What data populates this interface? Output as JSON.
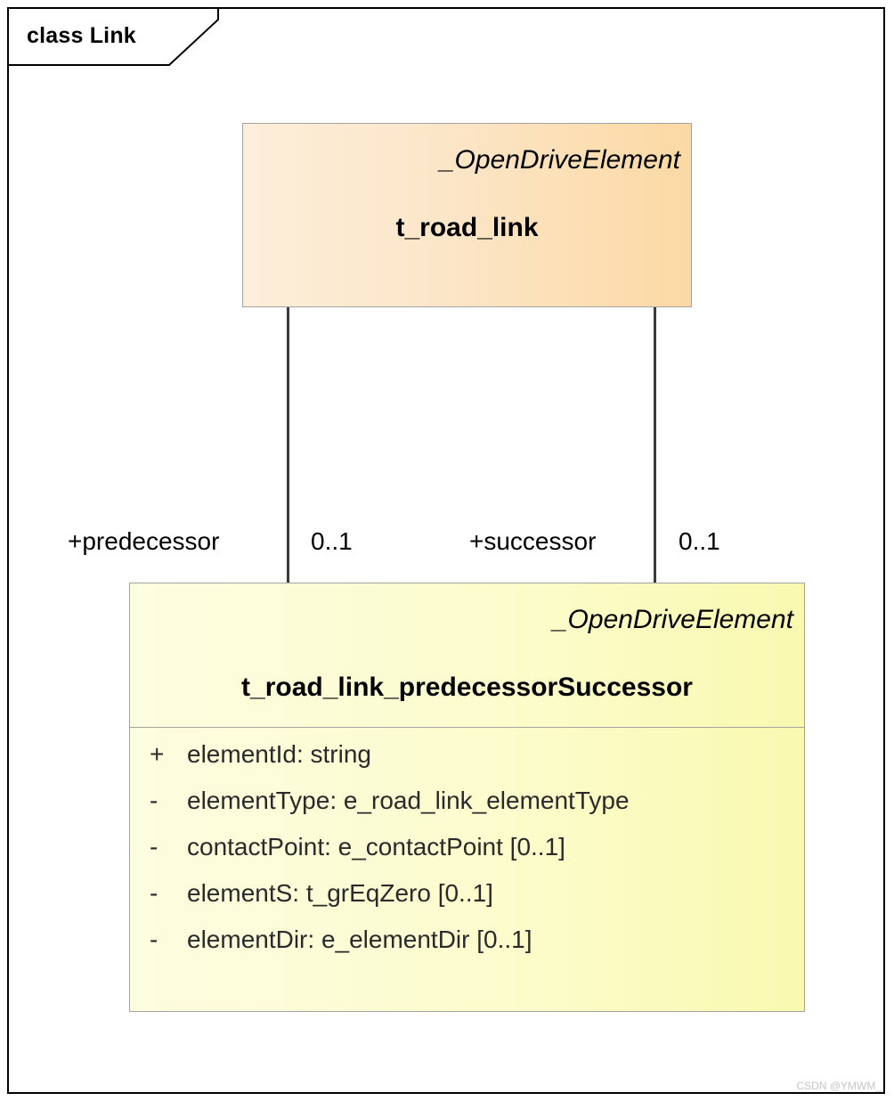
{
  "diagram": {
    "frame_kind": "class",
    "frame_title": "class Link",
    "watermark": "CSDN @YMWM_",
    "colors": {
      "frame_border": "#000000",
      "class_border": "#a3a3a3",
      "shadow": "#aeaeae",
      "connector": "#3b3b3b",
      "orange_fill_start": "#fdeeda",
      "orange_fill_end": "#fcd9a4",
      "yellow_fill_start": "#fdfde0",
      "yellow_fill_end": "#f9f9b0",
      "text": "#000000",
      "watermark_text": "#c6c6c6"
    }
  },
  "classes": [
    {
      "id": "t_road_link",
      "stereotype": "_OpenDriveElement",
      "name": "t_road_link",
      "attributes": []
    },
    {
      "id": "t_road_link_predecessorSuccessor",
      "stereotype": "_OpenDriveElement",
      "name": "t_road_link_predecessorSuccessor",
      "attributes": [
        {
          "visibility": "+",
          "signature": "elementId: string"
        },
        {
          "visibility": "-",
          "signature": "elementType: e_road_link_elementType"
        },
        {
          "visibility": "-",
          "signature": "contactPoint: e_contactPoint [0..1]"
        },
        {
          "visibility": "-",
          "signature": "elementS: t_grEqZero [0..1]"
        },
        {
          "visibility": "-",
          "signature": "elementDir: e_elementDir [0..1]"
        }
      ]
    }
  ],
  "associations": [
    {
      "id": "predecessor",
      "role": "+predecessor",
      "multiplicity": "0..1",
      "from": "t_road_link",
      "to": "t_road_link_predecessorSuccessor"
    },
    {
      "id": "successor",
      "role": "+successor",
      "multiplicity": "0..1",
      "from": "t_road_link",
      "to": "t_road_link_predecessorSuccessor"
    }
  ]
}
